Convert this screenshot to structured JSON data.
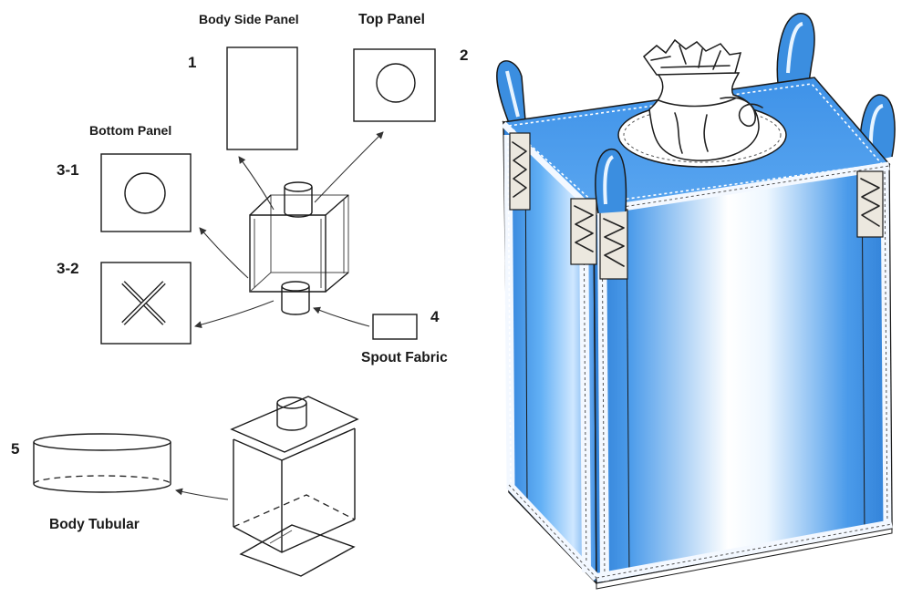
{
  "labels": {
    "part1_number": "1",
    "part1_name": "Body Side Panel",
    "part2_number": "2",
    "part2_name": "Top Panel",
    "bottom_panel_title": "Bottom Panel",
    "part31_number": "3-1",
    "part32_number": "3-2",
    "part4_number": "4",
    "part4_name": "Spout Fabric",
    "part5_number": "5",
    "part5_name": "Body Tubular"
  },
  "colors": {
    "bag_blue": "#3d8fe3",
    "bag_highlight": "#e8f4ff",
    "bag_top": "#4a9df0",
    "loop_blue": "#3b8ee0",
    "ink": "#1a1a1a"
  }
}
